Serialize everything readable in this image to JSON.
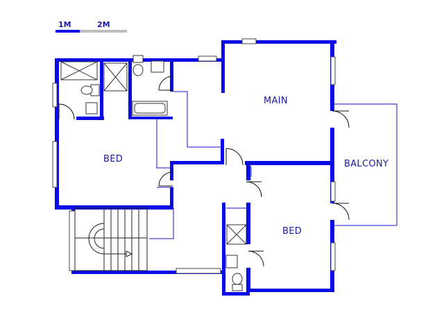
{
  "scale": {
    "label_1m": "1M",
    "label_2m": "2M"
  },
  "rooms": {
    "main": "MAIN",
    "bed_left": "BED",
    "bed_right": "BED",
    "balcony": "BALCONY"
  },
  "colors": {
    "wall": "#0a0ae6",
    "line": "#1515c8",
    "label": "#1a1aa8",
    "scale_grey": "#bdbdbd"
  }
}
